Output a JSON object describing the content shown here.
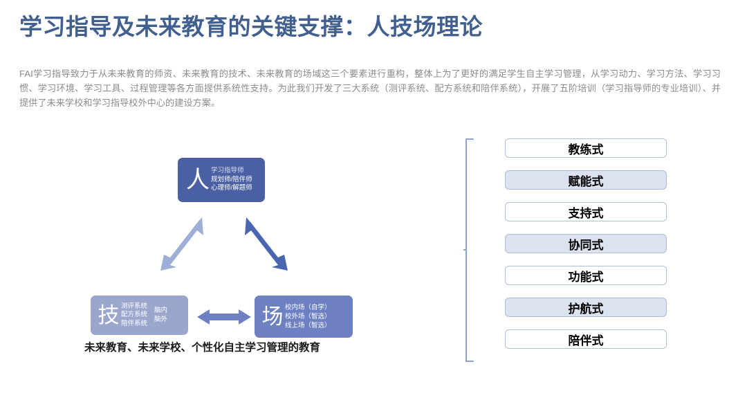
{
  "title": "学习指导及未来教育的关键支撑：人技场理论",
  "body_text": "FAI学习指导致力于从未来教育的师资、未来教育的技术、未来教育的场域这三个要素进行重构，整体上为了更好的满足学生自主学习管理，从学习动力、学习方法、学习习惯、学习环境、学习工具、过程管理等各方面提供系统性支持。为此我们开发了三大系统（测评系统、配方系统和陪伴系统），开展了五阶培训（学习指导师的专业培训）、并提供了未来学校和学习指导校外中心的建设方案。",
  "colors": {
    "title": "#41608f",
    "body": "#8c8c8c",
    "node_ren_bg": "#4b5fa3",
    "node_ji_bg": "#9ba6ce",
    "node_chang_bg": "#6d81c2",
    "arrow_light": "#9eafd6",
    "arrow_dark": "#4a66b0",
    "arrow_mid": "#6d81c2",
    "list_border": "#aebcdd",
    "list_alt_fill": "#dde2f0",
    "bracket": "#8fa3cf"
  },
  "diagram": {
    "caption": "未来教育、未来学校、个性化自主学习管理的教育",
    "nodes": {
      "ren": {
        "glyph": "人",
        "lines_left": [
          "学习指导师",
          "规划师/陪伴师",
          "心理师/解题师"
        ],
        "lines_right": []
      },
      "ji": {
        "glyph": "技",
        "lines_left": [
          "测评系统",
          "配方系统",
          "陪伴系统"
        ],
        "lines_right": [
          "脑内",
          "脑外"
        ]
      },
      "chang": {
        "glyph": "场",
        "lines_left": [
          "校内场（自学）",
          "校外场（智选）",
          "线上场（智选）"
        ],
        "lines_right": []
      }
    },
    "arrows": [
      {
        "name": "ren-ji-arrow",
        "direction": "double",
        "color": "#9eafd6"
      },
      {
        "name": "ren-chang-arrow",
        "direction": "double",
        "color": "#4a66b0"
      },
      {
        "name": "ji-chang-arrow",
        "direction": "double",
        "color": "#6d81c2"
      }
    ]
  },
  "list": {
    "items": [
      {
        "label": "教练式",
        "filled": false
      },
      {
        "label": "赋能式",
        "filled": true
      },
      {
        "label": "支持式",
        "filled": false
      },
      {
        "label": "协同式",
        "filled": true
      },
      {
        "label": "功能式",
        "filled": false
      },
      {
        "label": "护航式",
        "filled": true
      },
      {
        "label": "陪伴式",
        "filled": false
      }
    ]
  }
}
